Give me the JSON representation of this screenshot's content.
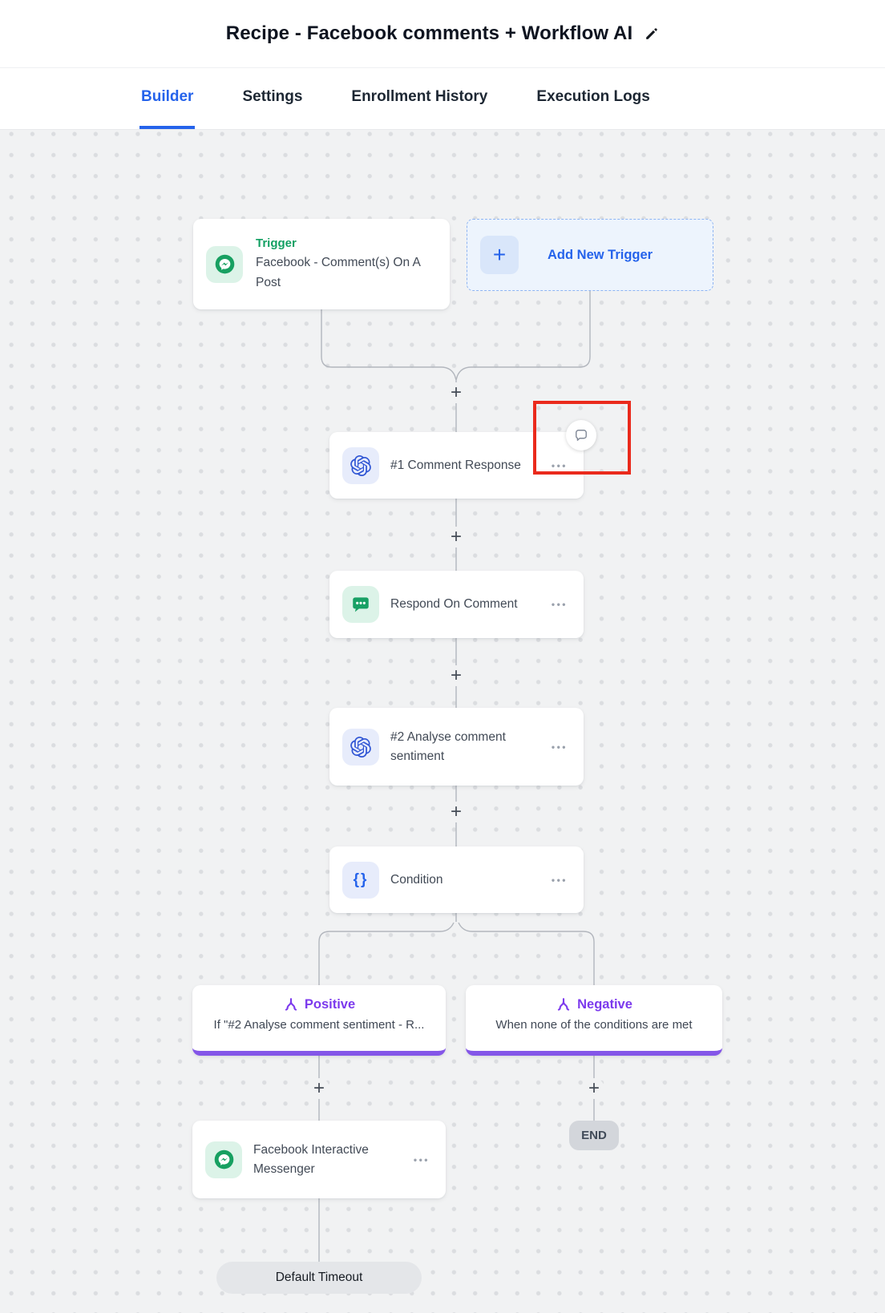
{
  "header": {
    "title": "Recipe - Facebook comments + Workflow AI",
    "edit_icon": "pencil-icon"
  },
  "tabs": [
    {
      "label": "Builder",
      "active": true
    },
    {
      "label": "Settings",
      "active": false
    },
    {
      "label": "Enrollment History",
      "active": false
    },
    {
      "label": "Execution Logs",
      "active": false
    }
  ],
  "canvas": {
    "junction_glyph": "+",
    "menu_glyph": "•••",
    "trigger": {
      "label": "Trigger",
      "title": "Facebook - Comment(s) On A Post",
      "icon": "messenger-icon"
    },
    "add_trigger": {
      "label": "Add New Trigger",
      "plus_glyph": "+",
      "icon": "plus-icon"
    },
    "nodes": [
      {
        "title": "#1 Comment Response",
        "icon": "openai-icon"
      },
      {
        "title": "Respond On Comment",
        "icon": "comment-bubble-icon"
      },
      {
        "title": "#2 Analyse comment sentiment",
        "icon": "openai-icon"
      },
      {
        "title": "Condition",
        "icon": "braces-icon",
        "braces_glyph": "{}"
      }
    ],
    "branches": [
      {
        "label": "Positive",
        "condition": "If \"#2 Analyse comment sentiment - R...",
        "icon": "split-icon"
      },
      {
        "label": "Negative",
        "condition": "When none of the conditions are met",
        "icon": "split-icon"
      }
    ],
    "messenger_node": {
      "title": "Facebook Interactive Messenger",
      "icon": "messenger-icon"
    },
    "end_label": "END",
    "timeout_label": "Default Timeout",
    "annotation": {
      "type": "red-highlight-box",
      "around": "chat-bubble-icon"
    }
  },
  "colors": {
    "accent_blue": "#2563eb",
    "brand_purple": "#7c3aed",
    "purple_bar": "#8456e8",
    "success_green": "#13a063",
    "messenger_green": "#17a061",
    "openai_blue": "#2f55d4",
    "annotation_red": "#ea2a1c",
    "connector_gray": "#b2b6bd",
    "canvas_bg": "#f1f2f3"
  }
}
